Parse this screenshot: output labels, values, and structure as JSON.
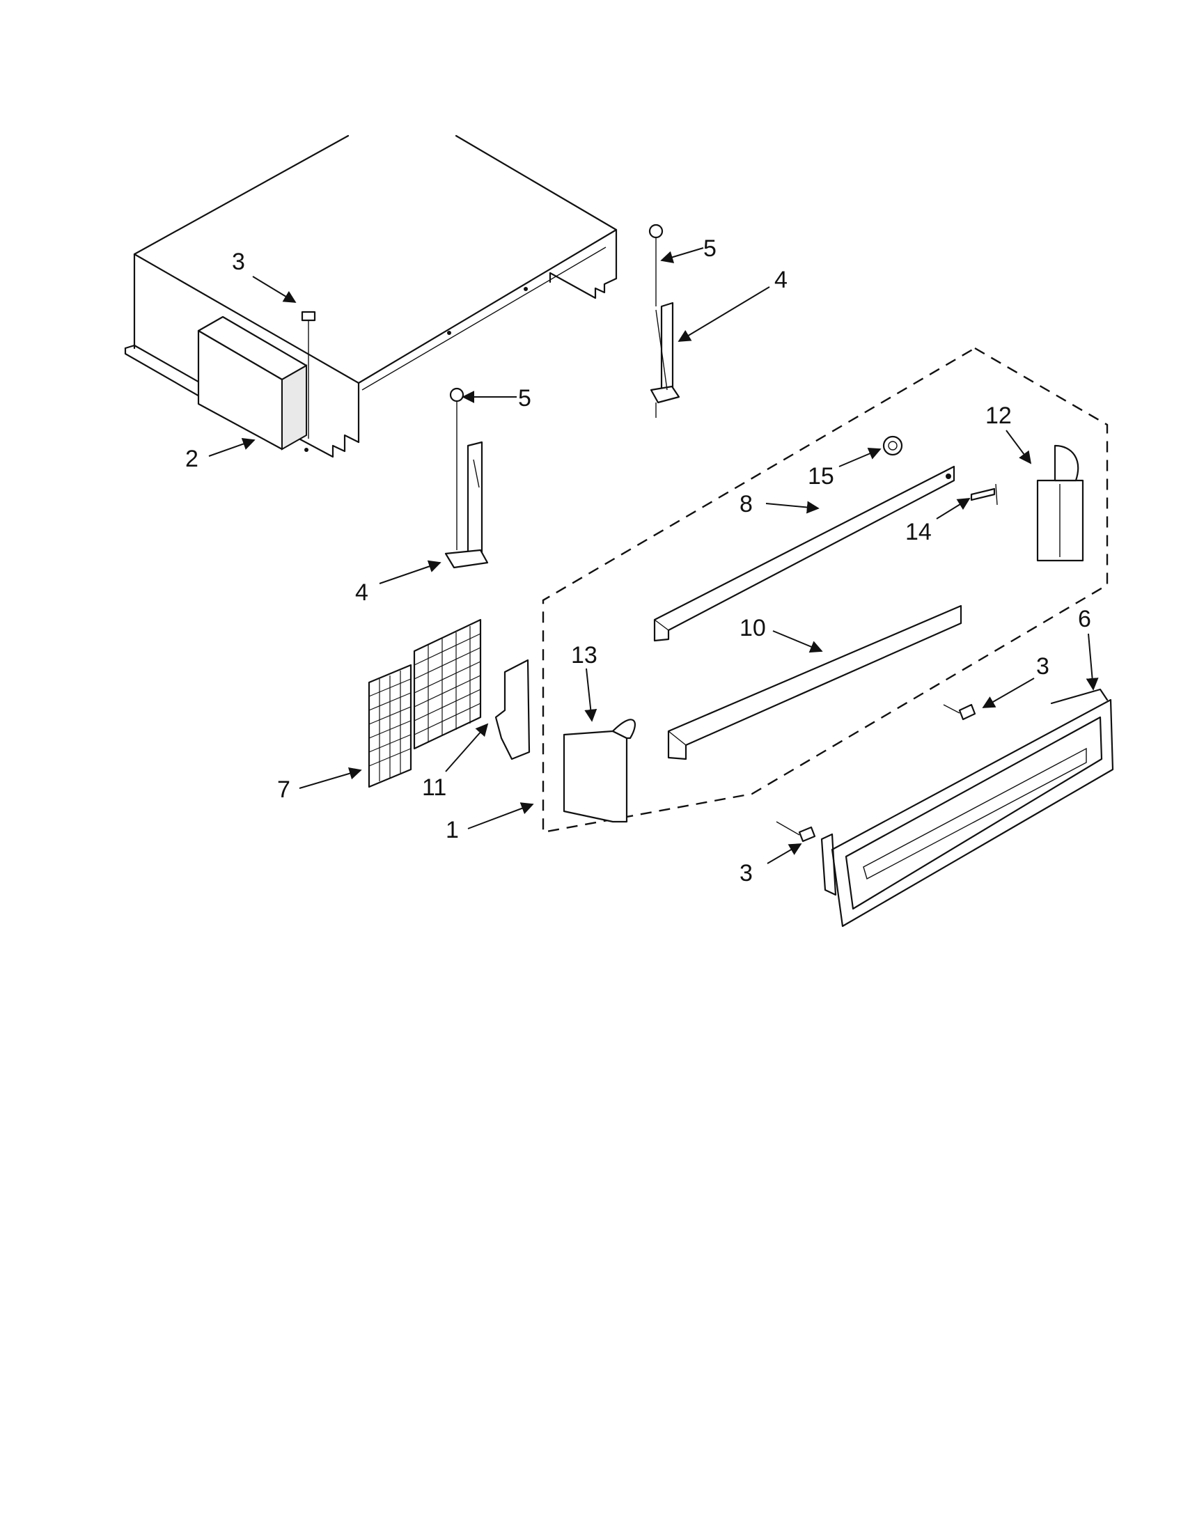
{
  "callouts": [
    {
      "id": "c1",
      "text": "1"
    },
    {
      "id": "c2",
      "text": "2"
    },
    {
      "id": "c3a",
      "text": "3"
    },
    {
      "id": "c3b",
      "text": "3"
    },
    {
      "id": "c3c",
      "text": "3"
    },
    {
      "id": "c4a",
      "text": "4"
    },
    {
      "id": "c4b",
      "text": "4"
    },
    {
      "id": "c5a",
      "text": "5"
    },
    {
      "id": "c5b",
      "text": "5"
    },
    {
      "id": "c6",
      "text": "6"
    },
    {
      "id": "c7",
      "text": "7"
    },
    {
      "id": "c8",
      "text": "8"
    },
    {
      "id": "c10",
      "text": "10"
    },
    {
      "id": "c11",
      "text": "11"
    },
    {
      "id": "c12",
      "text": "12"
    },
    {
      "id": "c13",
      "text": "13"
    },
    {
      "id": "c14",
      "text": "14"
    },
    {
      "id": "c15",
      "text": "15"
    }
  ]
}
